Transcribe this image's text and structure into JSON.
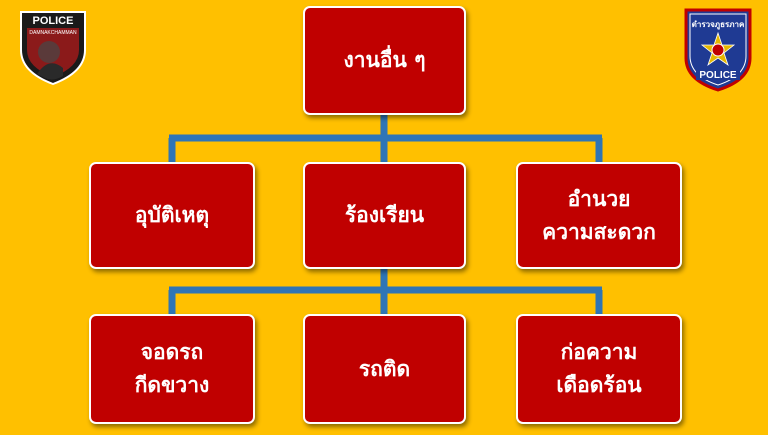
{
  "logos": {
    "left_text": "POLICE",
    "left_subtext": "DAMNAKCHAMMAN",
    "right_arc_text": "ตำรวจภูธรภาค",
    "right_text": "POLICE"
  },
  "diagram": {
    "root": {
      "line1": "งานอื่น ๆ"
    },
    "level1": [
      {
        "line1": "อุบัติเหตุ"
      },
      {
        "line1": "ร้องเรียน"
      },
      {
        "line1": "อำนวย",
        "line2": "ความสะดวก"
      }
    ],
    "level2": [
      {
        "line1": "จอดรถ",
        "line2": "กีดขวาง"
      },
      {
        "line1": "รถติด"
      },
      {
        "line1": "ก่อความ",
        "line2": "เดือดร้อน"
      }
    ]
  },
  "colors": {
    "background": "#FFC000",
    "box_fill": "#C00000",
    "box_border": "#FFFFFF",
    "connector": "#2E75B6"
  }
}
